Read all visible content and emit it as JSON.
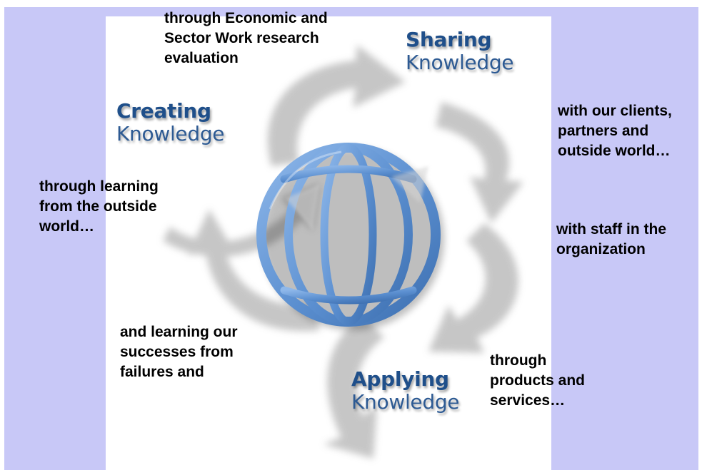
{
  "stages": {
    "creating": {
      "title": "Creating",
      "subtitle": "Knowledge"
    },
    "sharing": {
      "title": "Sharing",
      "subtitle": "Knowledge"
    },
    "applying": {
      "title": "Applying",
      "subtitle": "Knowledge"
    }
  },
  "annotations": {
    "research": "through Economic and\nSector Work research\nevaluation",
    "clients": "with our clients,\npartners and\noutside world…",
    "learning": "through learning\nfrom the outside\nworld…",
    "staff": "with staff in the\norganization",
    "failures": "and learning our\nsuccesses from\nfailures and",
    "products": "through\nproducts and\nservices…"
  },
  "colors": {
    "background": "#c8c8f7",
    "panel": "#ffffff",
    "globe": "#5b8fd0",
    "title_dark": "#1f4f8a",
    "arrow": "#b8b8b8"
  },
  "icons": {
    "center": "globe-icon",
    "cycle": "curved-arrow-icon"
  }
}
